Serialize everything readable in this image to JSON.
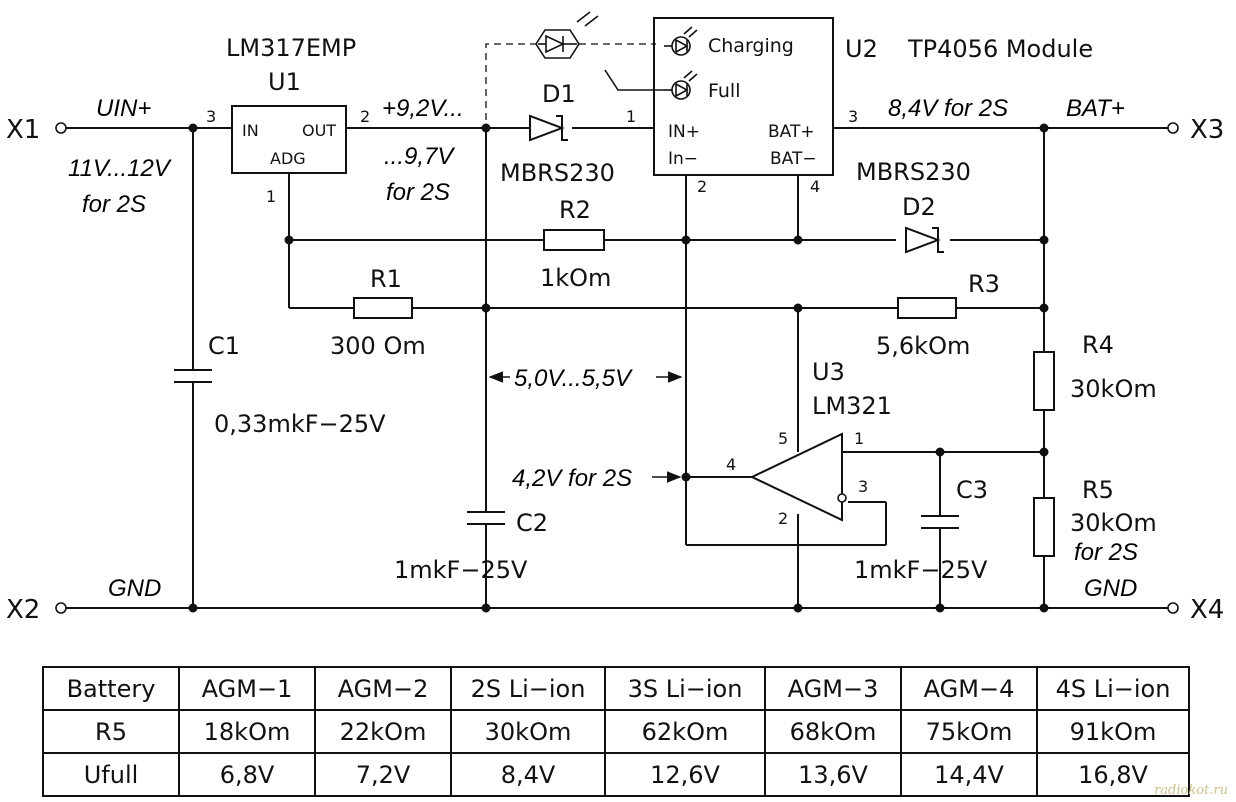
{
  "terminals": {
    "x1": "X1",
    "x2": "X2",
    "x3": "X3",
    "x4": "X4"
  },
  "nets": {
    "uin": "UIN+",
    "uin_range": "11V...12V",
    "uin_note": "for 2S",
    "gnd_left": "GND",
    "out_v1": "+9,2V...",
    "out_v2": "...9,7V",
    "out_note": "for 2S",
    "bat_v": "8,4V for 2S",
    "bat": "BAT+",
    "adj_range": "5,0V...5,5V",
    "ref_v": "4,2V for 2S",
    "gnd_right": "GND",
    "r5_note": "for 2S"
  },
  "u1": {
    "part": "LM317EMP",
    "ref": "U1",
    "pin_in": "IN",
    "pin_out": "OUT",
    "pin_adj": "ADG",
    "p3": "3",
    "p2": "2",
    "p1": "1"
  },
  "u2": {
    "ref": "U2",
    "part": "TP4056 Module",
    "led_charging": "Charging",
    "led_full": "Full",
    "pin_in_plus": "IN+",
    "pin_in_minus": "In−",
    "pin_bat_plus": "BAT+",
    "pin_bat_minus": "BAT−",
    "p1": "1",
    "p2": "2",
    "p3": "3",
    "p4": "4"
  },
  "u3": {
    "ref": "U3",
    "part": "LM321",
    "p1": "1",
    "p2": "2",
    "p3": "3",
    "p4": "4",
    "p5": "5"
  },
  "d1": {
    "ref": "D1",
    "part": "MBRS230"
  },
  "d2": {
    "ref": "D2",
    "part": "MBRS230"
  },
  "r1": {
    "ref": "R1",
    "value": "300 Om"
  },
  "r2": {
    "ref": "R2",
    "value": "1kOm"
  },
  "r3": {
    "ref": "R3",
    "value": "5,6kOm"
  },
  "r4": {
    "ref": "R4",
    "value": "30kOm"
  },
  "r5": {
    "ref": "R5",
    "value": "30kOm"
  },
  "c1": {
    "ref": "C1",
    "value": "0,33mkF−25V"
  },
  "c2": {
    "ref": "C2",
    "value": "1mkF−25V"
  },
  "c3": {
    "ref": "C3",
    "value": "1mkF−25V"
  },
  "table": {
    "header": [
      "Battery",
      "AGM−1",
      "AGM−2",
      "2S Li−ion",
      "3S Li−ion",
      "AGM−3",
      "AGM−4",
      "4S Li−ion"
    ],
    "rows": [
      [
        "R5",
        "18kOm",
        "22kOm",
        "30kOm",
        "62kOm",
        "68kOm",
        "75kOm",
        "91kOm"
      ],
      [
        "Ufull",
        "6,8V",
        "7,2V",
        "8,4V",
        "12,6V",
        "13,6V",
        "14,4V",
        "16,8V"
      ]
    ]
  },
  "watermark": "radiokot.ru"
}
